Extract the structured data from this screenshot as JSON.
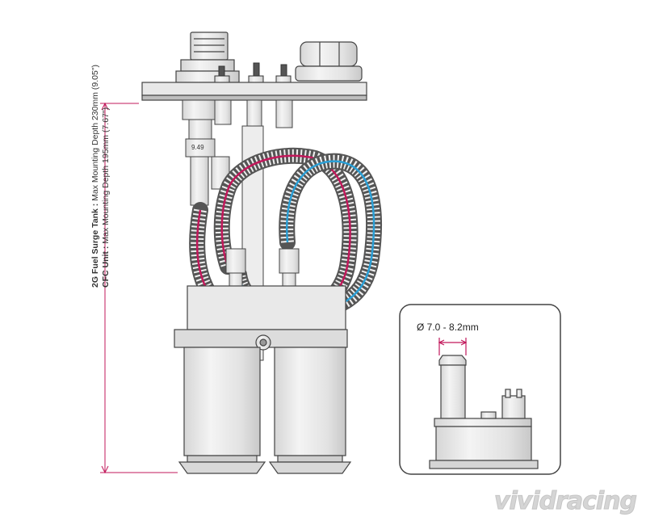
{
  "dimension": {
    "line1_bold": "2G Fuel Surge Tank :",
    "line1_text": " Max Mounting Depth 230mm (9.05\")",
    "line2_bold": "CFC Unit :",
    "line2_text": " Max Mounting Depth 195mm (7.67\")"
  },
  "inset": {
    "diameter_label": "Ø 7.0 - 8.2mm"
  },
  "part_number": "9.49",
  "brand": "vividracing",
  "colors": {
    "dimension_line": "#c2185b",
    "hose_magenta": "#c2185b",
    "hose_blue": "#2a9fd6",
    "outline": "#444444",
    "part_fill": "#e6e6e6"
  }
}
